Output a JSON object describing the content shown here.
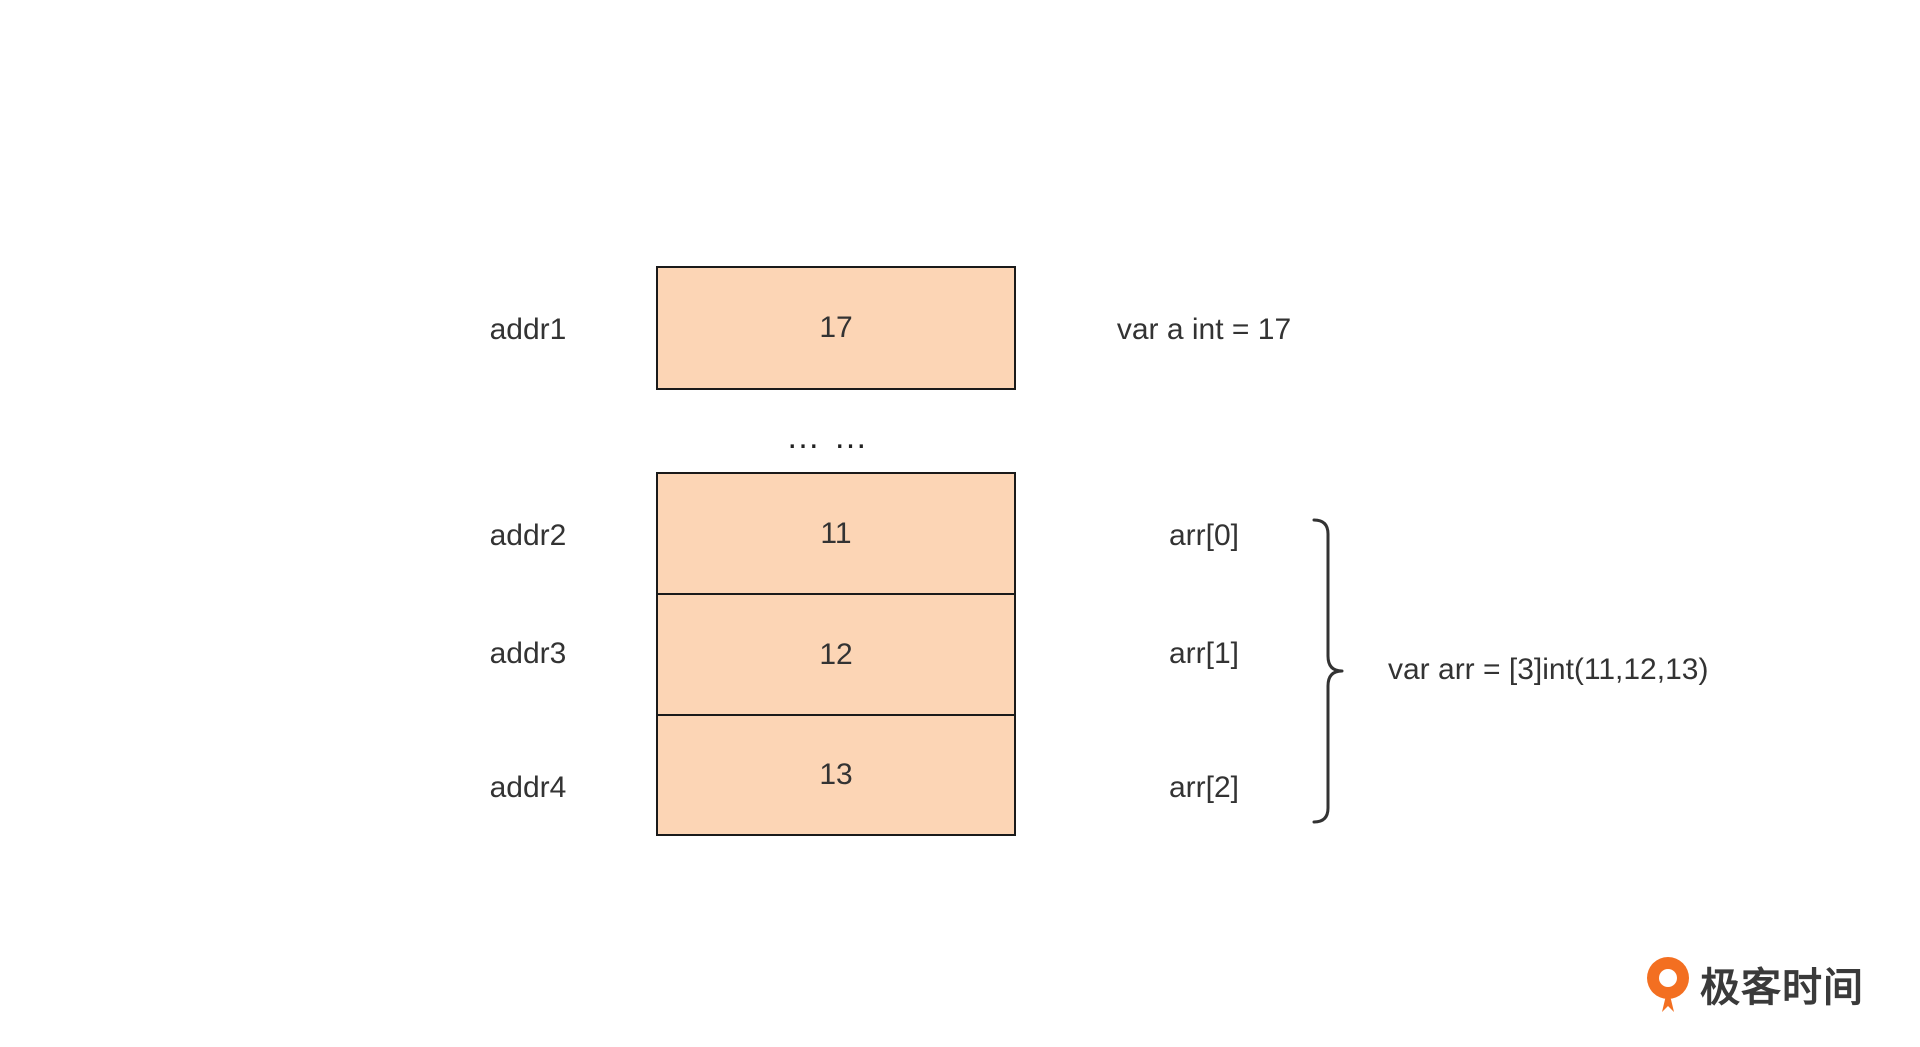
{
  "rows": [
    {
      "addr": "addr1",
      "value": "17",
      "var": "var a int = 17"
    },
    {
      "addr": "addr2",
      "value": "11",
      "var": "arr[0]"
    },
    {
      "addr": "addr3",
      "value": "12",
      "var": "arr[1]"
    },
    {
      "addr": "addr4",
      "value": "13",
      "var": "arr[2]"
    }
  ],
  "ellipsis": "… …",
  "array_declaration": "var arr = [3]int(11,12,13)",
  "logo": {
    "text": "极客时间",
    "color": "#f36f21"
  },
  "colors": {
    "cell_fill": "#fcd5b5",
    "cell_border": "#1a1a1a",
    "text": "#333333"
  }
}
